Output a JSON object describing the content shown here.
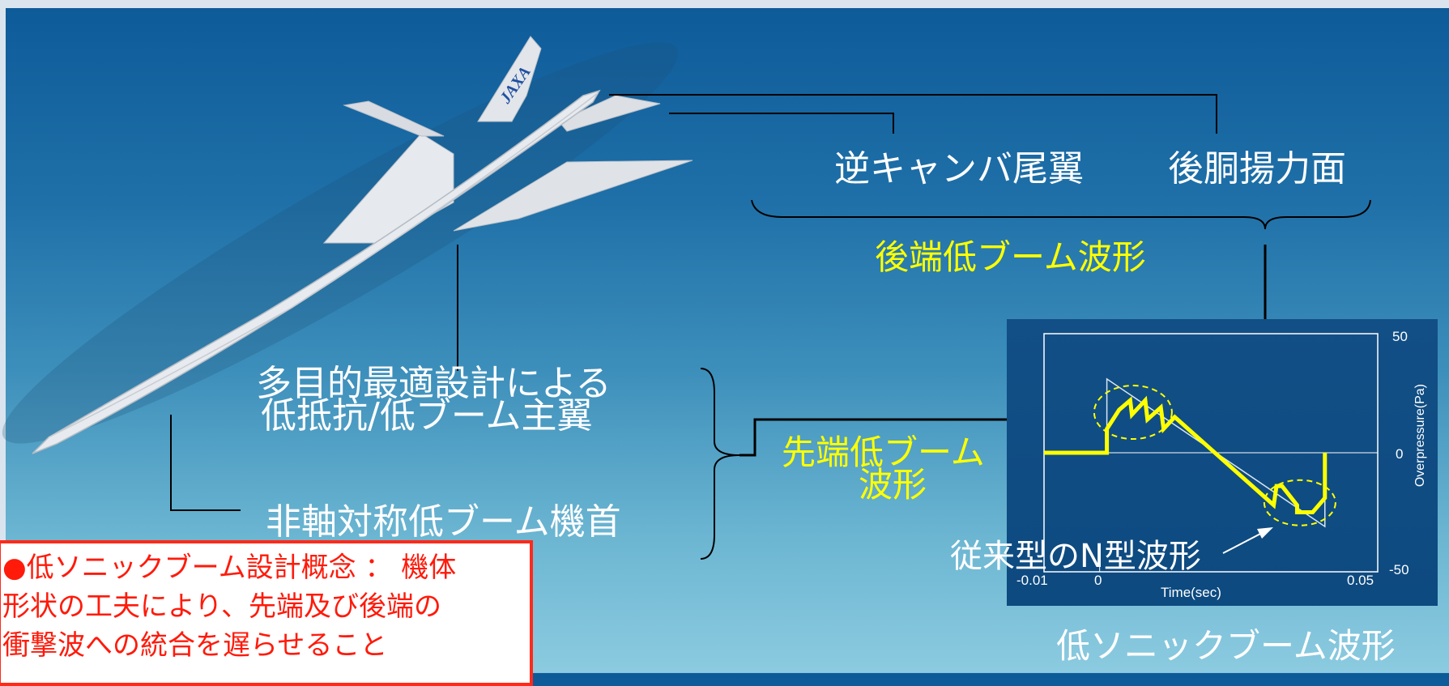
{
  "labels": {
    "tail_wing": "逆キャンバ尾翼",
    "rear_lift": "後胴揚力面",
    "rear_wave": "後端低ブーム波形",
    "main_wing_line1": "多目的最適設計による",
    "main_wing_line2": "低抵抗/低ブーム主翼",
    "nose": "非軸対称低ブーム機首",
    "front_wave_line1": "先端低ブーム",
    "front_wave_line2": "波形",
    "n_wave": "従来型のN型波形",
    "waveform_caption": "低ソニックブーム波形"
  },
  "aircraft": {
    "logo_text": "JAXA"
  },
  "concept": {
    "line1": "●低ソニックブーム設計概念 ： 機体",
    "line2": "形状の工夫により、先端及び後端の",
    "line3": "衝撃波への統合を遅らせること"
  },
  "plot": {
    "xlabel": "Time(sec)",
    "ylabel": "Overpressure(Pa)",
    "x_ticks": [
      "-0.01",
      "0",
      "0.05"
    ],
    "y_ticks": [
      "50",
      "0",
      "-50"
    ]
  },
  "colors": {
    "highlight_yellow": "#ffff00",
    "label_white": "#ffffff",
    "concept_red": "#ff1a0a",
    "arrow_black": "#000000"
  },
  "chart_data": {
    "type": "line",
    "xlabel": "Time(sec)",
    "ylabel": "Overpressure(Pa)",
    "xlim": [
      -0.01,
      0.05
    ],
    "ylim": [
      -50,
      50
    ],
    "x_ticks": [
      -0.01,
      0,
      0.05
    ],
    "y_ticks": [
      50,
      0,
      -50
    ],
    "series": [
      {
        "x": [
          -0.01,
          0.0013,
          0.0013,
          0.0035,
          0.0055,
          0.0058,
          0.0082,
          0.0086,
          0.011,
          0.0115,
          0.0135,
          0.0313,
          0.0318,
          0.0328,
          0.0355,
          0.0355,
          0.0383,
          0.0405,
          0.0405
        ],
        "y": [
          0,
          0,
          10,
          18,
          22,
          16,
          22,
          14,
          19,
          10,
          15,
          -22,
          -14,
          -14,
          -22,
          -25,
          -25,
          -19,
          0
        ]
      },
      {
        "x": [
          0.0013,
          0.0013,
          0.0405,
          0.0405
        ],
        "y": [
          0,
          31,
          -31,
          0
        ]
      }
    ]
  }
}
